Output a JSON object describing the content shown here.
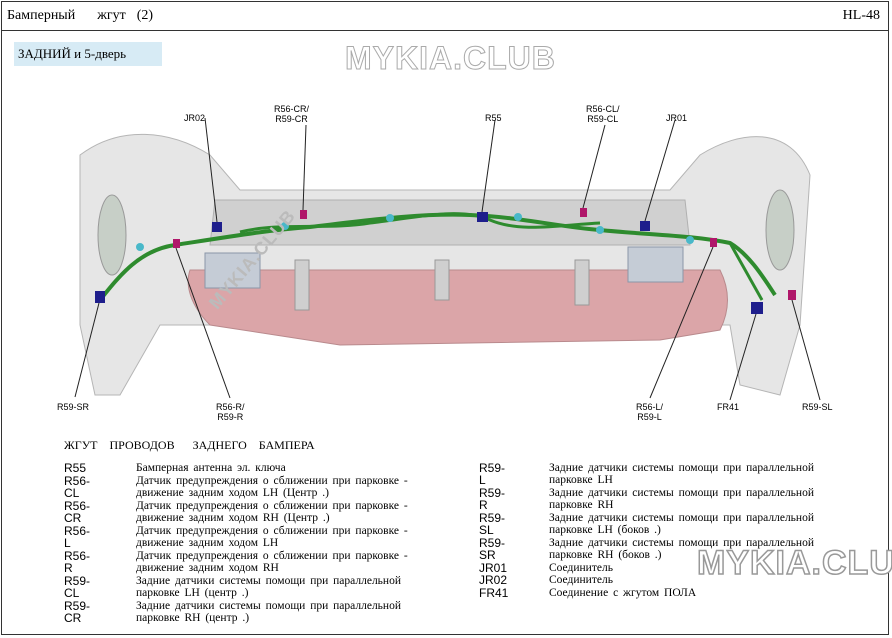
{
  "header": {
    "title": "Бамперный    жгут  (2)",
    "page": "HL-48"
  },
  "section": "ЗАДНИЙ  и 5-дверь",
  "watermark": "MYKIA.CLUB",
  "connectors": {
    "jr02": "JR02",
    "r56cr": "R56-CR/\nR59-CR",
    "r55": "R55",
    "r56cl": "R56-CL/\nR59-CL",
    "jr01": "JR01",
    "r59sr": "R59-SR",
    "r56r": "R56-R/\nR59-R",
    "r56l": "R56-L/\nR59-L",
    "fr41": "FR41",
    "r59sl": "R59-SL"
  },
  "legend": {
    "title": "ЖГУТ  ПРОВОДОВ   ЗАДНЕГО  БАМПЕРА",
    "left": [
      {
        "code": "R55",
        "desc": "Бамперная   антенна  эл.  ключа"
      },
      {
        "code": "R56-CL",
        "desc": "Датчик  предупреждения    о сближении   при парковке  -  движение  задним  ходом LH (Центр .)"
      },
      {
        "code": "R56-CR",
        "desc": "Датчик  предупреждения    о сближении   при парковке  -  движение  задним  ходом RH (Центр .)"
      },
      {
        "code": "R56-L",
        "desc": "Датчик  предупреждения    о сближении   при парковке  -  движение  задним  ходом  LH"
      },
      {
        "code": "R56-R",
        "desc": "Датчик  предупреждения    о сближении   при парковке  -  движение  задним  ходом  RH"
      },
      {
        "code": "R59-CL",
        "desc": "Задние  датчики  системы  помощи при параллельной   парковке   LH (центр .)"
      },
      {
        "code": "R59-CR",
        "desc": "Задние  датчики  системы  помощи при параллельной   парковке   RH (центр .)"
      }
    ],
    "right": [
      {
        "code": "R59-L",
        "desc": "Задние  датчики  системы  помощи  при параллельной   парковке   LH"
      },
      {
        "code": "R59-R",
        "desc": "Задние  датчики  системы  помощи  при параллельной   парковке   RH"
      },
      {
        "code": "R59-SL",
        "desc": "Задние  датчики  системы  помощи  при параллельной   парковке   LH (боков .)"
      },
      {
        "code": "R59-SR",
        "desc": "Задние  датчики  системы  помощи  при параллельной   парковке   RH (боков .)"
      },
      {
        "code": "JR01",
        "desc": "Соединитель"
      },
      {
        "code": "JR02",
        "desc": "Соединитель"
      },
      {
        "code": "FR41",
        "desc": "Соединение   с жгутом  ПОЛА"
      }
    ]
  },
  "colors": {
    "harness": "#2e8b2e",
    "bumper": "#e2e2e2",
    "lower_trim": "#d9a3a6",
    "connector_navy": "#1e1e8c",
    "connector_magenta": "#b0176a",
    "clip_cyan": "#49b8c9"
  }
}
